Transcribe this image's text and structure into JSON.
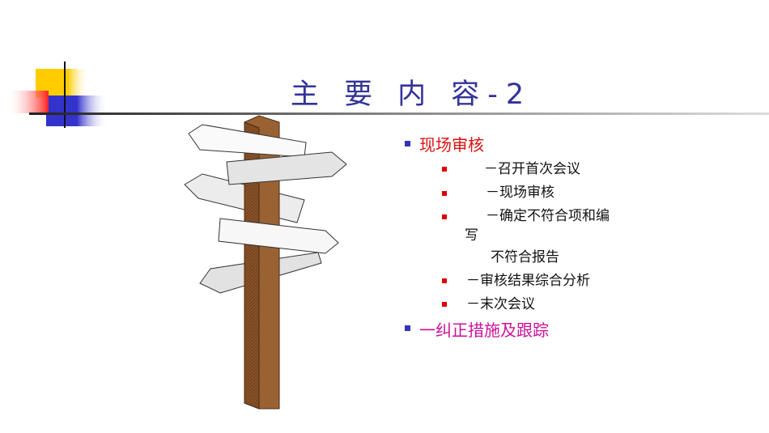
{
  "title": "主 要 内 容-2",
  "bullets": [
    {
      "label": "现场审核",
      "color": "#dd1111"
    },
    {
      "label": "一纠正措施及跟踪",
      "color": "#cc1199"
    }
  ],
  "sub_items": [
    "－召开首次会议",
    "－现场审核",
    "－确定不符合项和编",
    "写",
    "不符合报告",
    "－审核结果综合分析",
    "－末次会议"
  ],
  "colors": {
    "title": "#333399",
    "post": "#9a6233"
  }
}
